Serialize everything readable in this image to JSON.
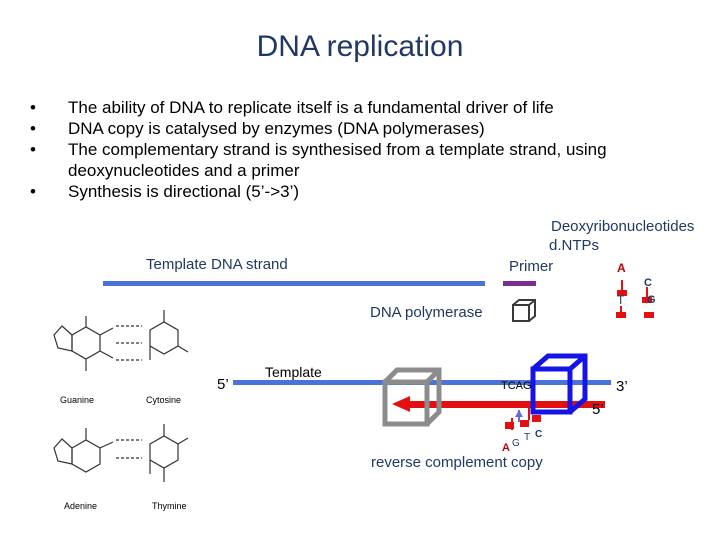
{
  "title": "DNA replication",
  "bullets": [
    {
      "marker": "•",
      "text": "The ability of DNA to replicate itself is a fundamental driver of life"
    },
    {
      "marker": "•",
      "text": "DNA copy is catalysed  by enzymes (DNA polymerases)"
    },
    {
      "marker": "•",
      "text": "The complementary strand is synthesised from a template strand, using deoxynucleotides and a primer"
    },
    {
      "marker": "•",
      "text": "Synthesis is directional (5’->3’)"
    }
  ],
  "diagram": {
    "dntp_label_1": "Deoxyribonucleotides",
    "dntp_label_2": "d.NTPs",
    "primer_label": "Primer",
    "template_strand_label": "Template DNA strand",
    "polymerase_label": "DNA polymerase",
    "template_label": "Template",
    "five_prime_left": "5’",
    "three_prime_right": "3’",
    "five_prime_right": "5’",
    "new_strand_seq": "TCAG",
    "copy_label": "reverse complement copy",
    "nucleotides": {
      "A": "A",
      "C": "C",
      "T": "T",
      "G": "G",
      "bottom_A": "A",
      "bottom_G": "G",
      "bottom_T": "T",
      "bottom_C": "C"
    },
    "colors": {
      "template_blue": "#4a72d8",
      "primer_purple": "#7b2c8f",
      "copy_red": "#e21010",
      "title_navy": "#1f3864"
    }
  },
  "base_pairs": {
    "guanine": "Guanine",
    "cytosine": "Cytosine",
    "adenine": "Adenine",
    "thymine": "Thymine"
  }
}
